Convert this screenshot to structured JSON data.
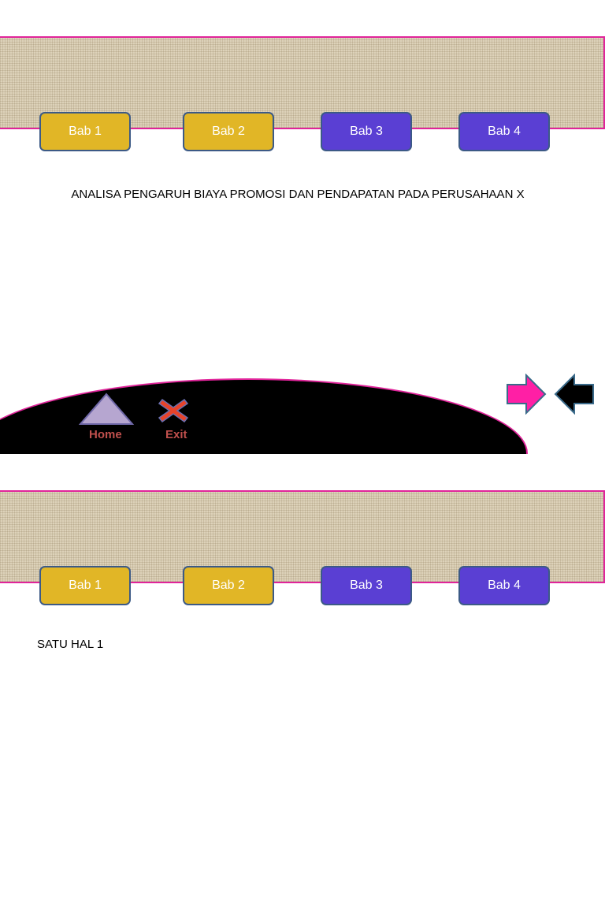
{
  "slide1": {
    "tabs": [
      {
        "label": "Bab 1"
      },
      {
        "label": "Bab 2"
      },
      {
        "label": "Bab 3"
      },
      {
        "label": "Bab 4"
      }
    ],
    "title": "ANALISA PENGARUH BIAYA PROMOSI DAN PENDAPATAN PADA PERUSAHAAN X",
    "footer": {
      "home_label": "Home",
      "exit_label": "Exit"
    }
  },
  "slide2": {
    "tabs": [
      {
        "label": "Bab 1"
      },
      {
        "label": "Bab 2"
      },
      {
        "label": "Bab 3"
      },
      {
        "label": "Bab 4"
      }
    ],
    "text": "SATU HAL 1"
  },
  "colors": {
    "gold_tab": "#e1b626",
    "purple_tab": "#5a3fd3",
    "accent_border": "#e0249a",
    "footer_label": "#c0504d",
    "home_icon": "#b6a6d0",
    "exit_icon": "#e8432a",
    "next_arrow": "#ff1fa5",
    "prev_arrow": "#000000"
  },
  "icons": {
    "home": "triangle-home-icon",
    "exit": "x-exit-icon",
    "next": "arrow-right-icon",
    "prev": "arrow-left-icon"
  }
}
